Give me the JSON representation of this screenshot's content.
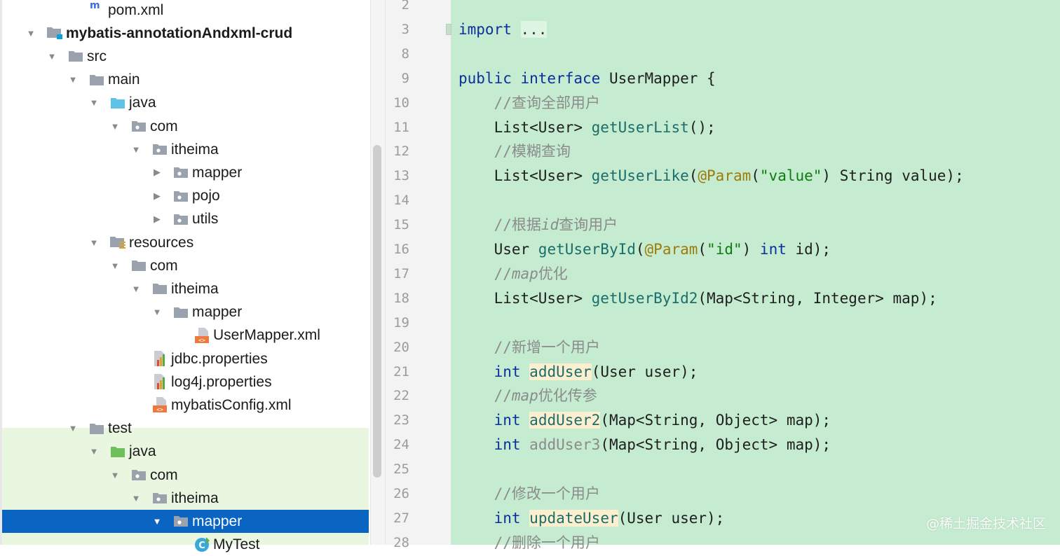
{
  "project_tree": {
    "rows": [
      {
        "label": "pom.xml",
        "icon": "maven-icon",
        "depth": 3,
        "expanded": null,
        "bold": false
      },
      {
        "label": "mybatis-annotationAndxml-crud",
        "icon": "module-folder-icon",
        "depth": 1,
        "expanded": true,
        "bold": true
      },
      {
        "label": "src",
        "icon": "folder-icon",
        "depth": 2,
        "expanded": true,
        "bold": false
      },
      {
        "label": "main",
        "icon": "folder-icon",
        "depth": 3,
        "expanded": true,
        "bold": false
      },
      {
        "label": "java",
        "icon": "source-root-folder-icon",
        "depth": 4,
        "expanded": true,
        "bold": false
      },
      {
        "label": "com",
        "icon": "package-icon",
        "depth": 5,
        "expanded": true,
        "bold": false
      },
      {
        "label": "itheima",
        "icon": "package-icon",
        "depth": 6,
        "expanded": true,
        "bold": false
      },
      {
        "label": "mapper",
        "icon": "package-icon",
        "depth": 7,
        "expanded": false,
        "bold": false
      },
      {
        "label": "pojo",
        "icon": "package-icon",
        "depth": 7,
        "expanded": false,
        "bold": false
      },
      {
        "label": "utils",
        "icon": "package-icon",
        "depth": 7,
        "expanded": false,
        "bold": false
      },
      {
        "label": "resources",
        "icon": "resources-folder-icon",
        "depth": 4,
        "expanded": true,
        "bold": false
      },
      {
        "label": "com",
        "icon": "folder-icon",
        "depth": 5,
        "expanded": true,
        "bold": false
      },
      {
        "label": "itheima",
        "icon": "folder-icon",
        "depth": 6,
        "expanded": true,
        "bold": false
      },
      {
        "label": "mapper",
        "icon": "folder-icon",
        "depth": 7,
        "expanded": true,
        "bold": false
      },
      {
        "label": "UserMapper.xml",
        "icon": "xml-file-icon",
        "depth": 9,
        "expanded": null,
        "bold": false
      },
      {
        "label": "jdbc.properties",
        "icon": "properties-file-icon",
        "depth": 6,
        "expanded": null,
        "bold": false
      },
      {
        "label": "log4j.properties",
        "icon": "properties-file-icon",
        "depth": 6,
        "expanded": null,
        "bold": false
      },
      {
        "label": "mybatisConfig.xml",
        "icon": "xml-file-icon",
        "depth": 6,
        "expanded": null,
        "bold": false
      },
      {
        "label": "test",
        "icon": "folder-icon",
        "depth": 3,
        "expanded": true,
        "bold": false
      },
      {
        "label": "java",
        "icon": "test-root-folder-icon",
        "depth": 4,
        "expanded": true,
        "bold": false
      },
      {
        "label": "com",
        "icon": "package-icon",
        "depth": 5,
        "expanded": true,
        "bold": false
      },
      {
        "label": "itheima",
        "icon": "package-icon",
        "depth": 6,
        "expanded": true,
        "bold": false
      },
      {
        "label": "mapper",
        "icon": "package-icon",
        "depth": 7,
        "expanded": true,
        "bold": false,
        "selected": true
      },
      {
        "label": "MyTest",
        "icon": "java-class-icon",
        "depth": 9,
        "expanded": null,
        "bold": false
      }
    ]
  },
  "editor": {
    "lines": [
      {
        "n": "2",
        "segs": []
      },
      {
        "n": "3",
        "segs": [
          {
            "t": "import ",
            "c": "kw"
          },
          {
            "t": "...",
            "c": "fold"
          }
        ]
      },
      {
        "n": "8",
        "segs": []
      },
      {
        "n": "9",
        "segs": [
          {
            "t": "public interface ",
            "c": "kw"
          },
          {
            "t": "UserMapper {",
            "c": ""
          }
        ]
      },
      {
        "n": "10",
        "segs": [
          {
            "t": "    ",
            "c": ""
          },
          {
            "t": "//查询全部用户",
            "c": "cm"
          }
        ]
      },
      {
        "n": "11",
        "segs": [
          {
            "t": "    List<User> ",
            "c": ""
          },
          {
            "t": "getUserList",
            "c": "fn"
          },
          {
            "t": "();",
            "c": ""
          }
        ]
      },
      {
        "n": "12",
        "segs": [
          {
            "t": "    ",
            "c": ""
          },
          {
            "t": "//模糊查询",
            "c": "cm"
          }
        ]
      },
      {
        "n": "13",
        "segs": [
          {
            "t": "    List<User> ",
            "c": ""
          },
          {
            "t": "getUserLike",
            "c": "fn"
          },
          {
            "t": "(",
            "c": ""
          },
          {
            "t": "@Param",
            "c": "an"
          },
          {
            "t": "(",
            "c": ""
          },
          {
            "t": "\"value\"",
            "c": "st"
          },
          {
            "t": ") String value);",
            "c": ""
          }
        ]
      },
      {
        "n": "14",
        "segs": []
      },
      {
        "n": "15",
        "segs": [
          {
            "t": "    ",
            "c": ""
          },
          {
            "t": "//根据",
            "c": "cm"
          },
          {
            "t": "id",
            "c": "cm-i"
          },
          {
            "t": "查询用户",
            "c": "cm"
          }
        ]
      },
      {
        "n": "16",
        "segs": [
          {
            "t": "    User ",
            "c": ""
          },
          {
            "t": "getUserById",
            "c": "fn"
          },
          {
            "t": "(",
            "c": ""
          },
          {
            "t": "@Param",
            "c": "an"
          },
          {
            "t": "(",
            "c": ""
          },
          {
            "t": "\"id\"",
            "c": "st"
          },
          {
            "t": ") ",
            "c": ""
          },
          {
            "t": "int",
            "c": "kw"
          },
          {
            "t": " id);",
            "c": ""
          }
        ]
      },
      {
        "n": "17",
        "segs": [
          {
            "t": "    ",
            "c": ""
          },
          {
            "t": "//",
            "c": "cm"
          },
          {
            "t": "map",
            "c": "cm-i"
          },
          {
            "t": "优化",
            "c": "cm"
          }
        ]
      },
      {
        "n": "18",
        "segs": [
          {
            "t": "    List<User> ",
            "c": ""
          },
          {
            "t": "getUserById2",
            "c": "fn"
          },
          {
            "t": "(Map<String, Integer> map);",
            "c": ""
          }
        ]
      },
      {
        "n": "19",
        "segs": []
      },
      {
        "n": "20",
        "segs": [
          {
            "t": "    ",
            "c": ""
          },
          {
            "t": "//新增一个用户",
            "c": "cm"
          }
        ]
      },
      {
        "n": "21",
        "segs": [
          {
            "t": "    ",
            "c": ""
          },
          {
            "t": "int",
            "c": "kw"
          },
          {
            "t": " ",
            "c": ""
          },
          {
            "t": "addUser",
            "c": "fn hl"
          },
          {
            "t": "(User user);",
            "c": ""
          }
        ]
      },
      {
        "n": "22",
        "segs": [
          {
            "t": "    ",
            "c": ""
          },
          {
            "t": "//",
            "c": "cm"
          },
          {
            "t": "map",
            "c": "cm-i"
          },
          {
            "t": "优化传参",
            "c": "cm"
          }
        ]
      },
      {
        "n": "23",
        "segs": [
          {
            "t": "    ",
            "c": ""
          },
          {
            "t": "int",
            "c": "kw"
          },
          {
            "t": " ",
            "c": ""
          },
          {
            "t": "addUser2",
            "c": "fn hl"
          },
          {
            "t": "(Map<String, Object> map);",
            "c": ""
          }
        ]
      },
      {
        "n": "24",
        "segs": [
          {
            "t": "    ",
            "c": ""
          },
          {
            "t": "int",
            "c": "kw"
          },
          {
            "t": " ",
            "c": ""
          },
          {
            "t": "addUser3",
            "c": "cm"
          },
          {
            "t": "(Map<String, Object> map);",
            "c": ""
          }
        ]
      },
      {
        "n": "25",
        "segs": []
      },
      {
        "n": "26",
        "segs": [
          {
            "t": "    ",
            "c": ""
          },
          {
            "t": "//修改一个用户",
            "c": "cm"
          }
        ]
      },
      {
        "n": "27",
        "segs": [
          {
            "t": "    ",
            "c": ""
          },
          {
            "t": "int",
            "c": "kw"
          },
          {
            "t": " ",
            "c": ""
          },
          {
            "t": "updateUser",
            "c": "fn hl"
          },
          {
            "t": "(User user);",
            "c": ""
          }
        ]
      },
      {
        "n": "28",
        "segs": [
          {
            "t": "    ",
            "c": ""
          },
          {
            "t": "//删除一个用户",
            "c": "cm"
          }
        ]
      }
    ]
  },
  "colors": {
    "selection": "#0a64c2",
    "editor_bg": "#c5ecd0",
    "test_tree_bg": "#e9f7e1",
    "keyword": "#0b2f9c",
    "method": "#1b6d6a",
    "annotation": "#9b7b0b",
    "string": "#0f7b0f",
    "comment": "#8b8b8b"
  },
  "watermark": "@稀土掘金技术社区"
}
